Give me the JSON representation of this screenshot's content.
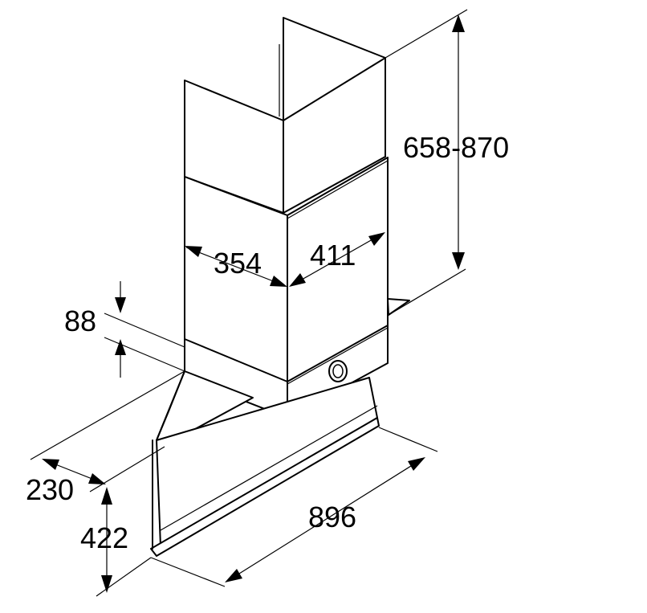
{
  "dimensions": {
    "chimney_height": "658-870",
    "chimney_depth": "354",
    "chimney_width": "411",
    "gap_height": "88",
    "hood_depth": "230",
    "hood_height": "422",
    "hood_width": "896"
  }
}
